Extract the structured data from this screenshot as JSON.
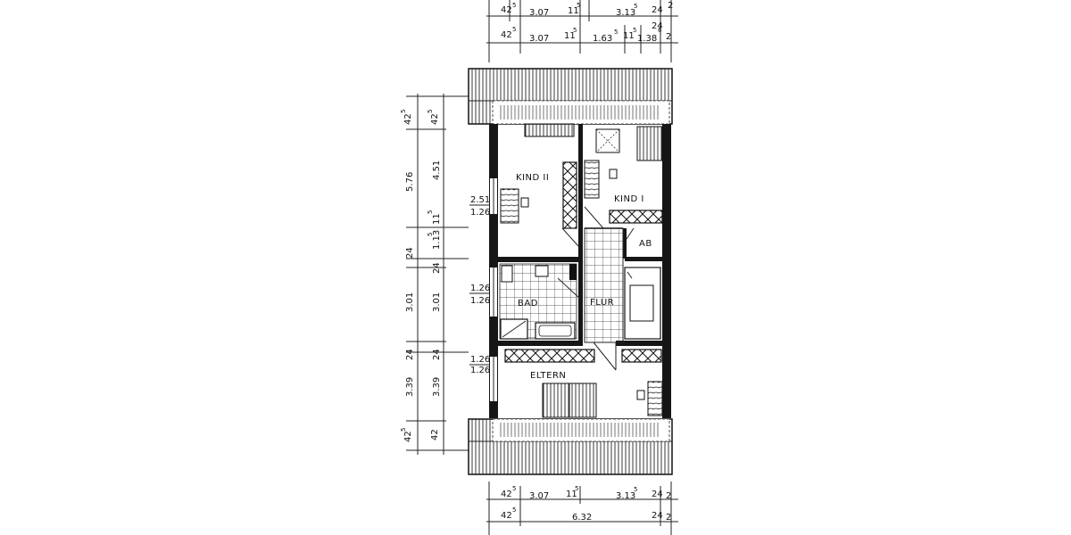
{
  "rooms": {
    "kind2": "KIND II",
    "kind1": "KIND I",
    "ab": "AB",
    "bad": "BAD",
    "flur": "FLUR",
    "eltern": "ELTERN"
  },
  "top_dims": {
    "row1": [
      "42",
      "5",
      "3.07",
      "11",
      "5",
      "3.13",
      "5",
      "24",
      "2"
    ],
    "row2": [
      "42",
      "5",
      "3.07",
      "11",
      "5",
      "1.63",
      "5",
      "11",
      "5",
      "1.38",
      "6",
      "24",
      "2"
    ]
  },
  "bottom_dims": {
    "row1": [
      "42",
      "5",
      "3.07",
      "11",
      "5",
      "3.13",
      "5",
      "24",
      "2"
    ],
    "row2": [
      "42",
      "5",
      "6.32",
      "24",
      "2"
    ]
  },
  "left_outer": [
    "42",
    "5",
    "5.76",
    "24",
    "3.01",
    "24",
    "3.39",
    "42",
    "5"
  ],
  "left_inner": [
    "42",
    "5",
    "4.51",
    "11",
    "5",
    "1.13",
    "5",
    "24",
    "3.01",
    "24",
    "3.39",
    "42"
  ],
  "window_labels": {
    "kind2_top": "2.51",
    "kind2_bottom": "1.26",
    "bad_top": "1.26",
    "bad_bottom": "1.26",
    "eltern_top": "1.26",
    "eltern_bottom": "1.26"
  }
}
